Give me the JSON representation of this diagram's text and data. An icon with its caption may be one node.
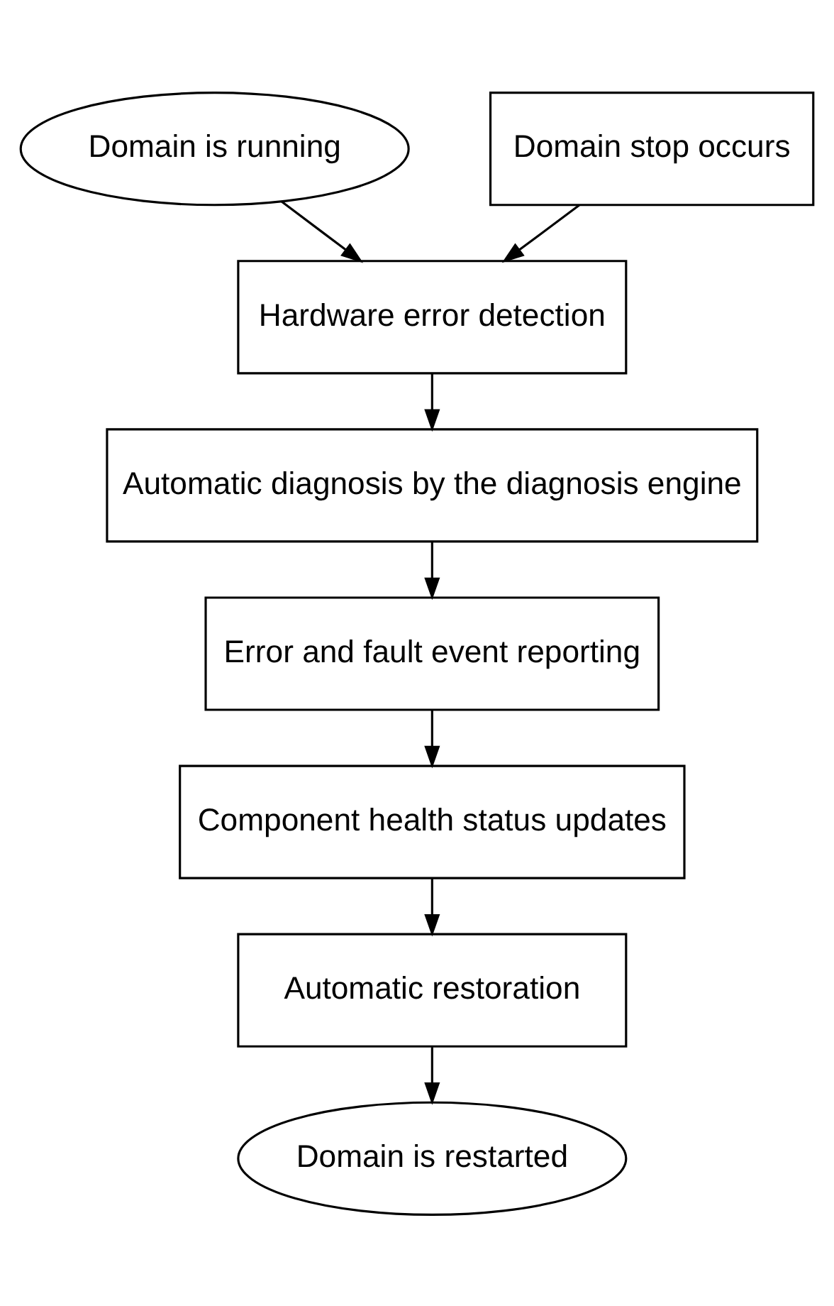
{
  "diagram": {
    "nodes": [
      {
        "text": [
          "Domain is running"
        ]
      },
      {
        "text": [
          "Domain stop occurs"
        ]
      },
      {
        "text": [
          "Hardware error detection"
        ]
      },
      {
        "text": [
          "Automatic diagnosis by the diagnosis engine"
        ]
      },
      {
        "text": [
          "Error and fault event reporting"
        ]
      },
      {
        "text": [
          "Component health status updates"
        ]
      },
      {
        "text": [
          "Automatic restoration"
        ]
      },
      {
        "text": [
          "Domain is restarted"
        ]
      }
    ],
    "edges": [
      {
        "from": 0,
        "to": 2,
        "arrow": "to"
      },
      {
        "from": 1,
        "to": 2,
        "arrow": "to"
      },
      {
        "from": 2,
        "to": 3,
        "arrow": "to"
      },
      {
        "from": 3,
        "to": 4,
        "arrow": "to"
      },
      {
        "from": 4,
        "to": 5,
        "arrow": "to"
      },
      {
        "from": 5,
        "to": 6,
        "arrow": "to"
      },
      {
        "from": 6,
        "to": 7,
        "arrow": "to"
      }
    ]
  }
}
